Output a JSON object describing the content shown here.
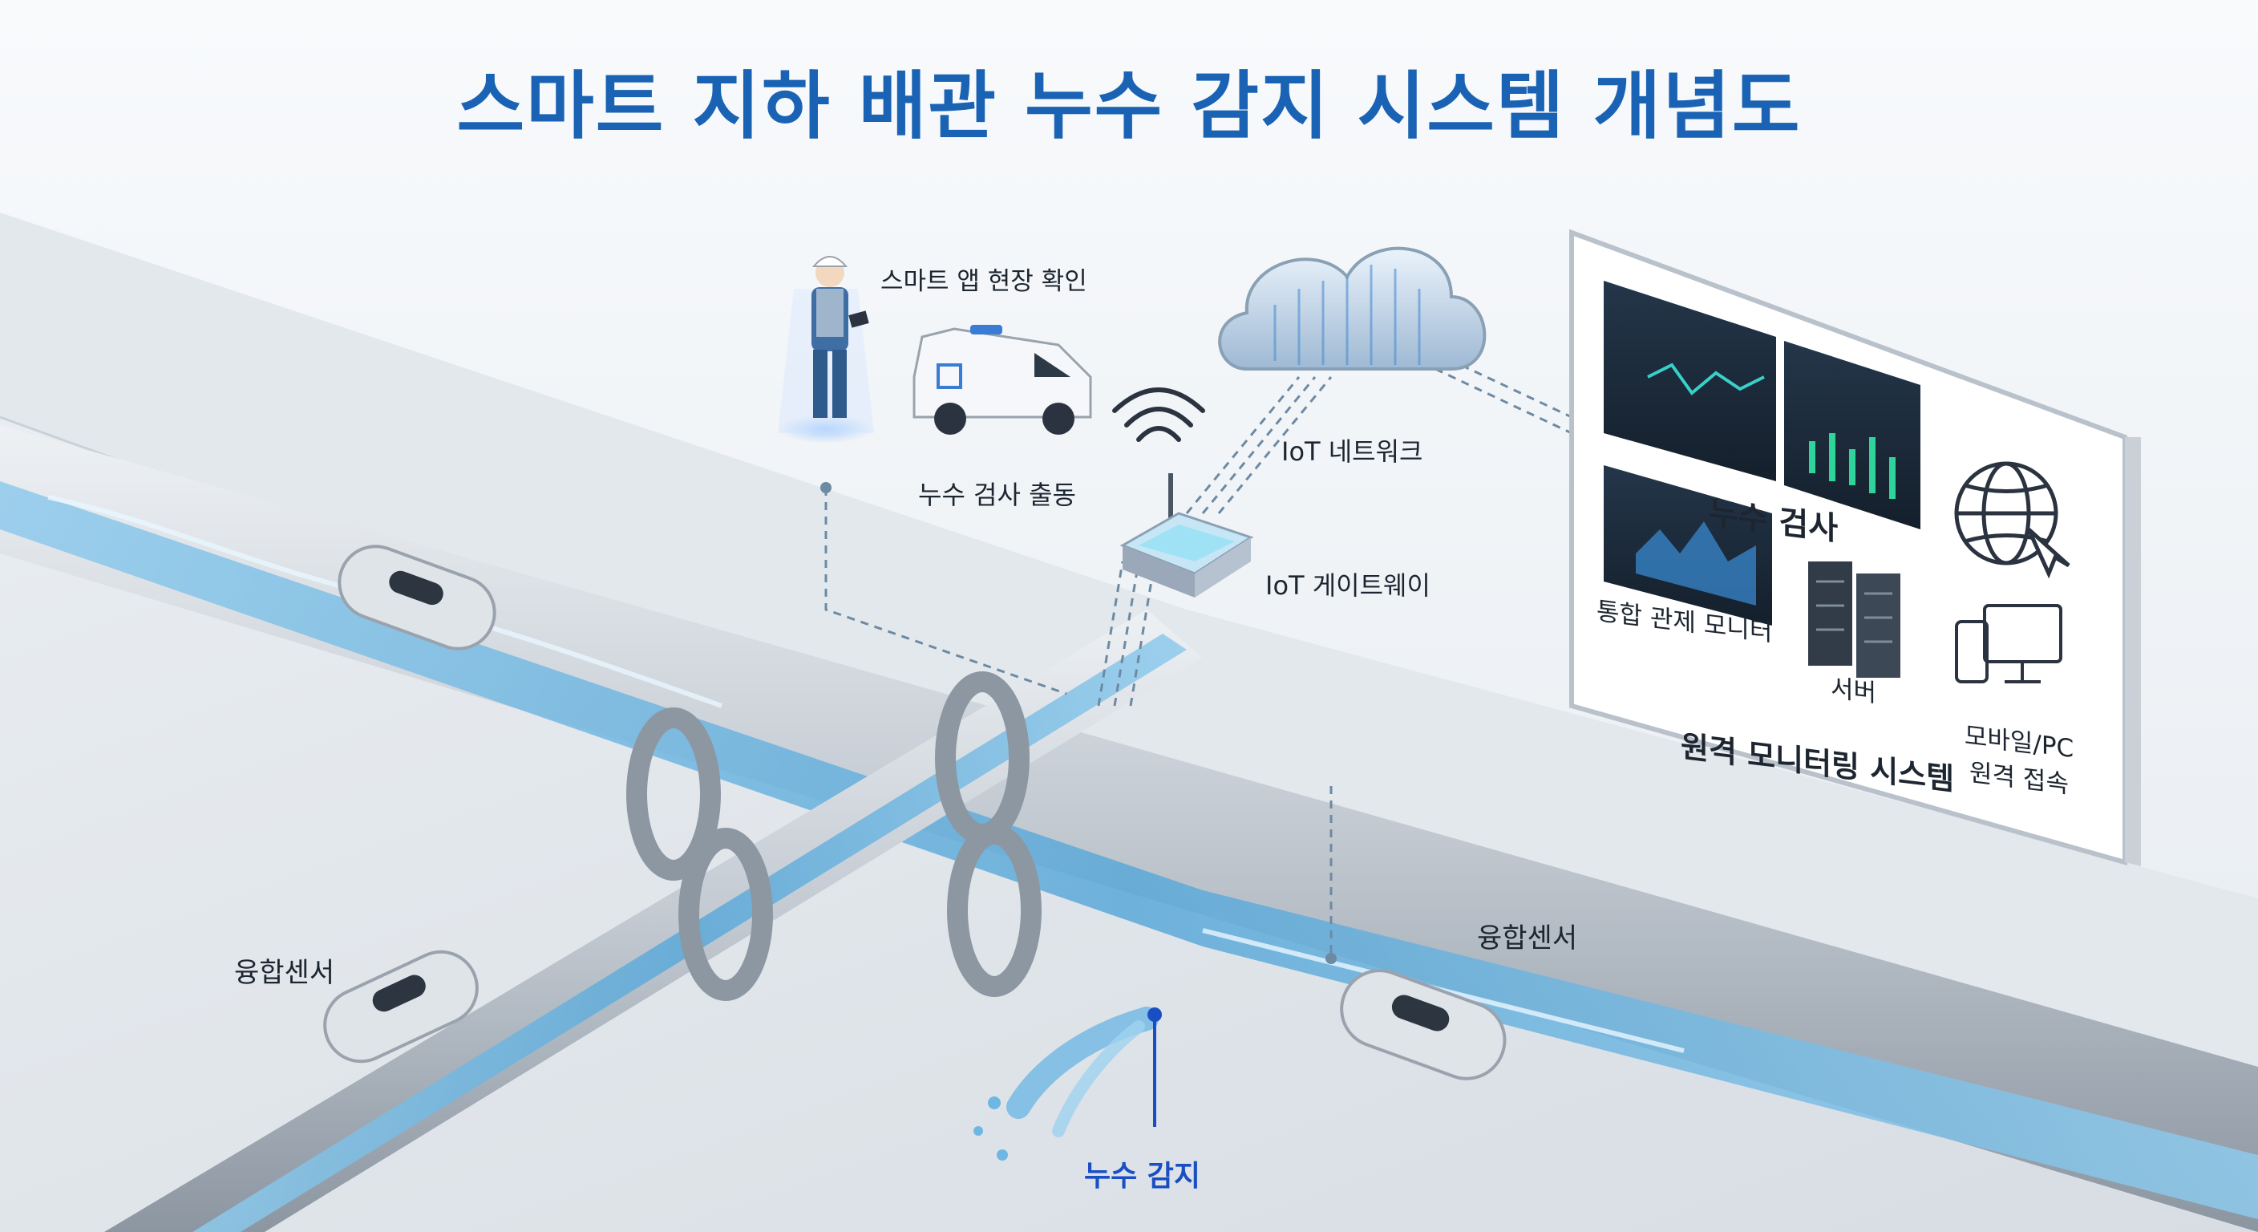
{
  "title": "스마트 지하 배관 누수 감지 시스템 개념도",
  "labels": {
    "field_check": "스마트 앱 현장 확인",
    "dispatch": "누수 검사 출동",
    "iot_network": "IoT 네트워크",
    "iot_gateway": "IoT 게이트웨이",
    "sensor_left": "융합센서",
    "sensor_right": "융합센서",
    "leak_detect": "누수 감지"
  },
  "monitoring": {
    "system_title": "원격 모니터링 시스템",
    "dashboard_label": "누수 검사",
    "integrated_monitor": "통합 관제 모니터",
    "server": "서버",
    "mobile_line1": "모바일/PC",
    "mobile_line2": "원격 접속"
  },
  "colors": {
    "title": "#1a63b4",
    "water": "#6fb7e3",
    "pipe": "#b9c1cb",
    "leak_marker": "#1a4fc4",
    "screen": "#1b2a3a",
    "chart_line": "#39d0c9"
  }
}
